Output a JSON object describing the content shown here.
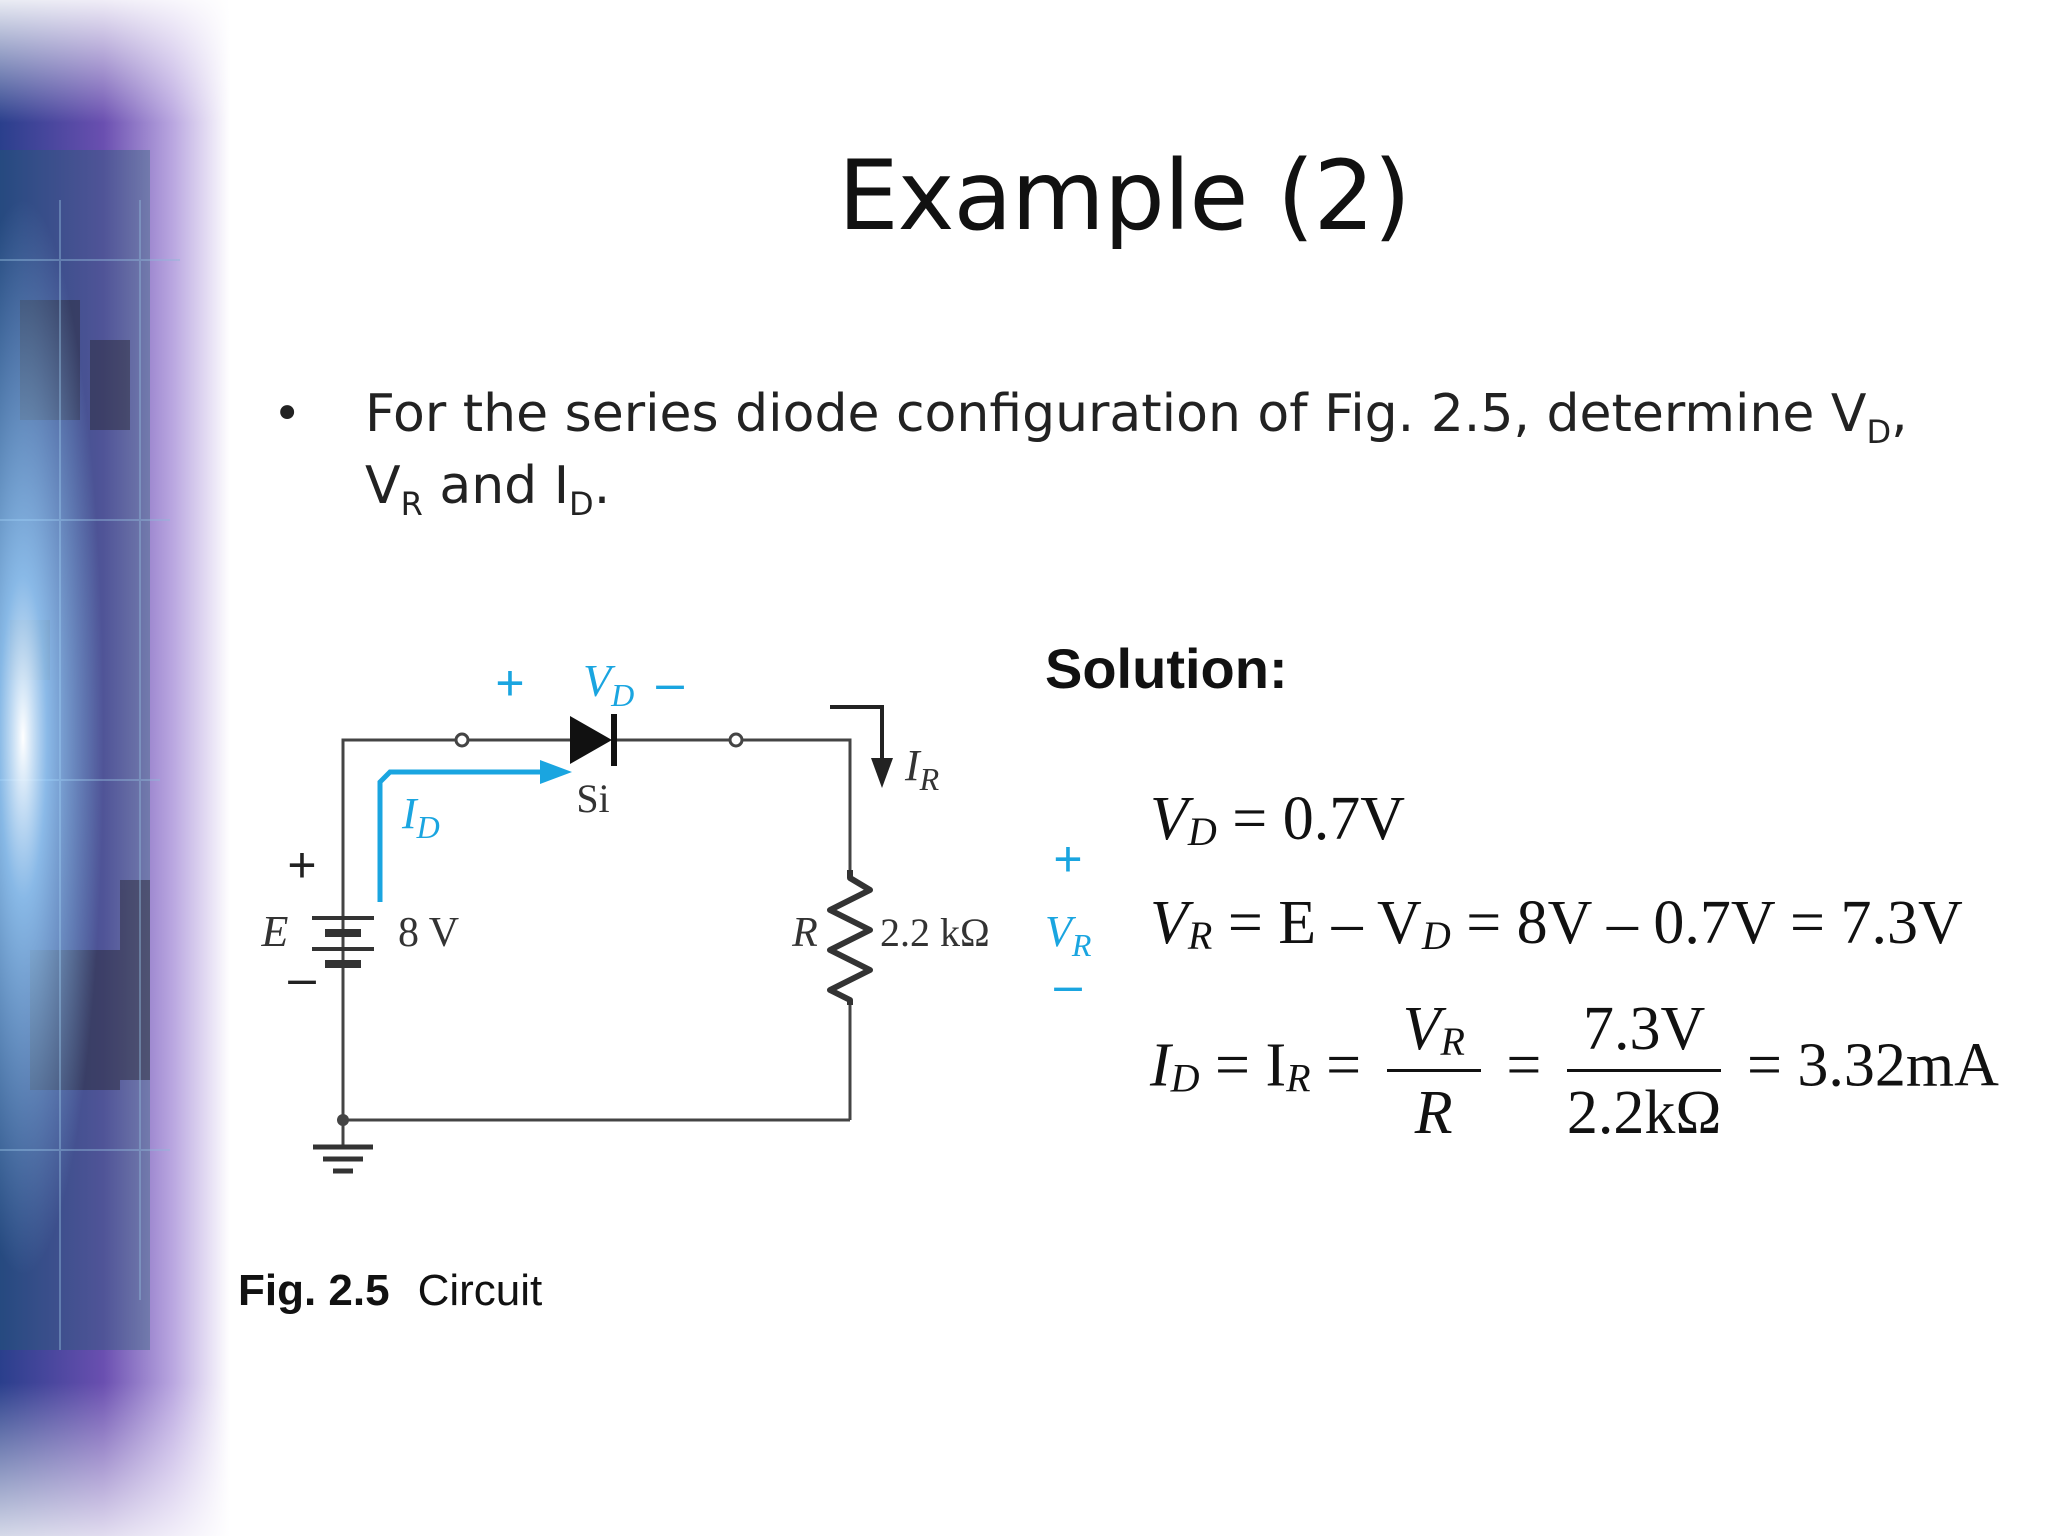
{
  "slide": {
    "title": "Example (2)",
    "bullet": {
      "intro": "For the series diode configuration of Fig. 2.5, determine V",
      "sub1": "D",
      "comma": ",",
      "v": "V",
      "sub2": "R",
      "and": " and I",
      "sub3": "D",
      "period": "."
    },
    "solution_label": "Solution:",
    "caption": {
      "fig": "Fig. 2.5",
      "text": "Circuit"
    }
  },
  "circuit": {
    "vd_plus": "+",
    "vd_label": "V",
    "vd_sub": "D",
    "vd_minus": "–",
    "diode_label": "Si",
    "id_label": "I",
    "id_sub": "D",
    "ir_label": "I",
    "ir_sub": "R",
    "e_label": "E",
    "e_plus": "+",
    "e_minus": "–",
    "e_value": "8 V",
    "r_label": "R",
    "r_value": "2.2 kΩ",
    "vr_plus": "+",
    "vr_label": "V",
    "vr_sub": "R",
    "vr_minus": "–",
    "colors": {
      "wire": "#444444",
      "accent": "#1aa5e0",
      "ink": "#222222"
    }
  },
  "equations": {
    "eq1": {
      "lhs": "V",
      "lhs_sub": "D",
      "rhs": " = 0.7V"
    },
    "eq2": {
      "lhs": "V",
      "lhs_sub": "R",
      "mid1": " = E – V",
      "mid1_sub": "D",
      "rhs": " = 8V – 0.7V  = 7.3V"
    },
    "eq3": {
      "lhs": "I",
      "lhs_sub": "D",
      "mid": " = I",
      "mid_sub": "R",
      "eq_sign": " = ",
      "f1_num": "V",
      "f1_num_sub": "R",
      "f1_den": "R",
      "eq_sign2": "=",
      "f2_num": "7.3V",
      "f2_den": "2.2kΩ",
      "rhs": "= 3.32mA"
    }
  }
}
